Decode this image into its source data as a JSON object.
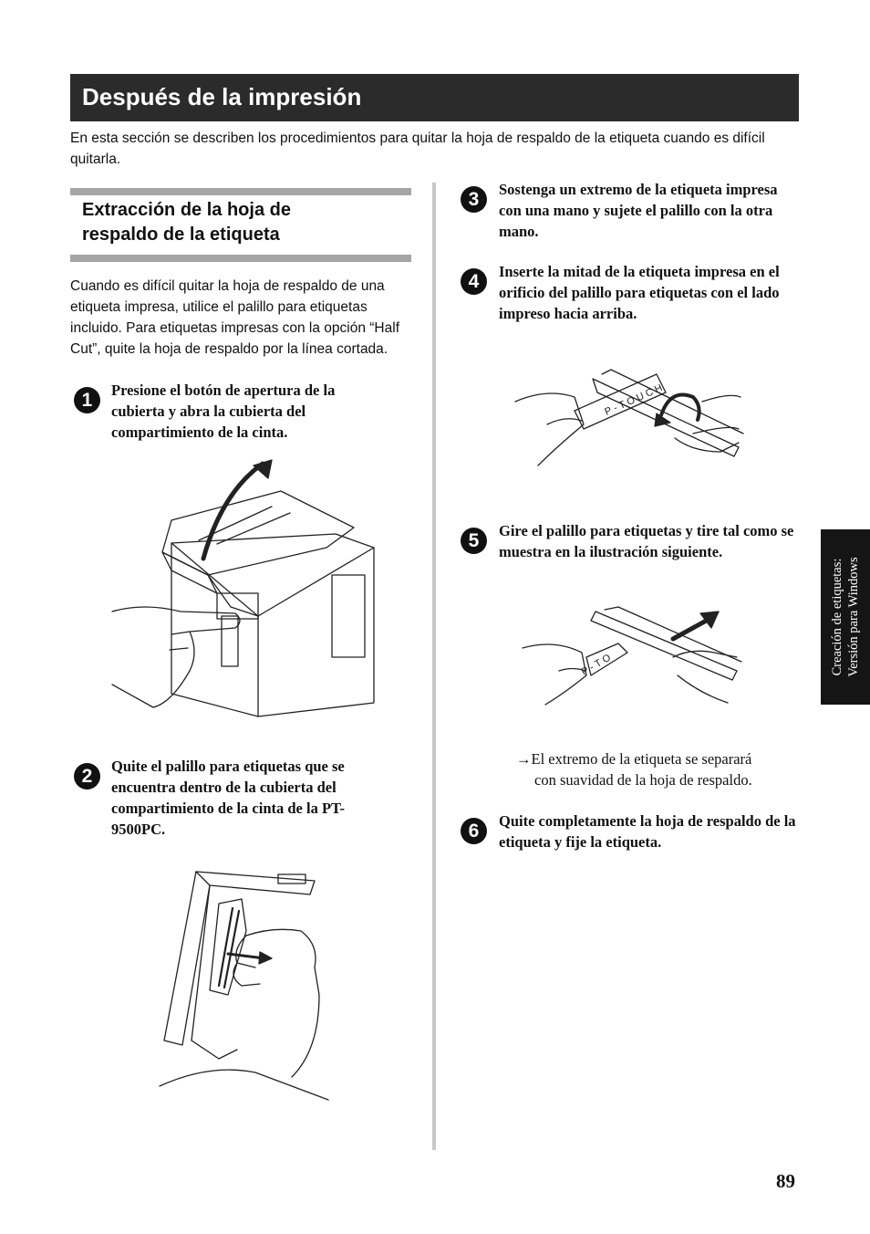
{
  "header": {
    "title": "Después de la impresión"
  },
  "intro": "En esta sección se describen los procedimientos para quitar la hoja de respaldo de la etiqueta cuando es difícil quitarla.",
  "section": {
    "title_line1": "Extracción de la hoja de",
    "title_line2": "respaldo de la etiqueta",
    "body": "Cuando es difícil quitar la hoja de respaldo de una etiqueta impresa, utilice el palillo para etiquetas incluido. Para etiquetas impresas con la opción “Half Cut”, quite la hoja de respaldo por la línea cortada."
  },
  "steps": [
    {
      "number": "1",
      "text": "Presione el botón de apertura de la cubierta y abra la cubierta del compartimiento de la cinta."
    },
    {
      "number": "2",
      "text": "Quite el palillo para etiquetas que se encuentra dentro de la cubierta del compartimiento de la cinta de la PT-9500PC."
    },
    {
      "number": "3",
      "text": "Sostenga un extremo de la etiqueta impresa con una mano y sujete el palillo con la otra mano."
    },
    {
      "number": "4",
      "text": "Inserte la mitad de la etiqueta impresa en el orificio del palillo para etiquetas con el lado impreso hacia arriba."
    },
    {
      "number": "5",
      "text": "Gire el palillo para etiquetas y tire tal como se muestra en la ilustración siguiente."
    },
    {
      "number": "6",
      "text": "Quite completamente la hoja de respaldo de la etiqueta y fije la etiqueta."
    }
  ],
  "result_note": {
    "arrow": "→",
    "line1": "El extremo de la etiqueta se separará",
    "line2": "con suavidad de la hoja de respaldo."
  },
  "illustrations": {
    "label_text_4": "P-TOUCH",
    "label_text_5": "P-TO"
  },
  "side_tab": {
    "line1": "Creación de etiquetas:",
    "line2": "Versión para Windows"
  },
  "page_number": "89",
  "colors": {
    "title_bar": "#2b2b2b",
    "rule": "#a5a5a5",
    "side_tab": "#151515"
  }
}
